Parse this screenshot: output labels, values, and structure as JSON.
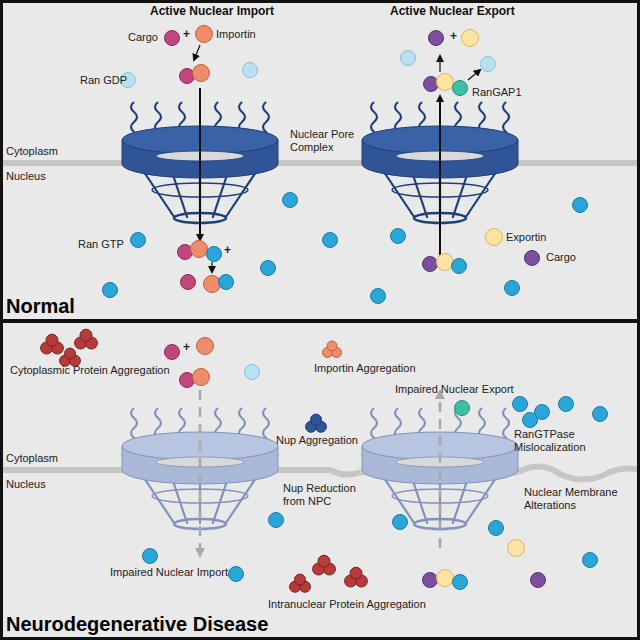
{
  "diagram": {
    "nodes": [
      {
        "text": [
          "Normal"
        ]
      },
      {
        "text": [
          "Neurodegenerative Disease"
        ]
      }
    ],
    "labels": [
      "Active Nuclear Import",
      "Active Nuclear Export",
      "Cargo",
      "+",
      "Importin",
      "Ran GDP",
      "Nuclear Pore Complex",
      "+",
      "RanGAP1",
      "Cytoplasm",
      "Nucleus",
      "Ran GTP",
      "+",
      "Exportin",
      "Cargo",
      "Cytoplasmic Protein Aggregation",
      "+",
      "Importin Aggregation",
      "Impaired Nuclear Export",
      "Nup Aggregation",
      "RanGTPase Mislocalization",
      "Cytoplasm",
      "Nucleus",
      "Nup Reduction from NPC",
      "Nuclear Membrane Alterations",
      "Impaired Nuclear Import",
      "Intranuclear Protein Aggregation"
    ]
  }
}
